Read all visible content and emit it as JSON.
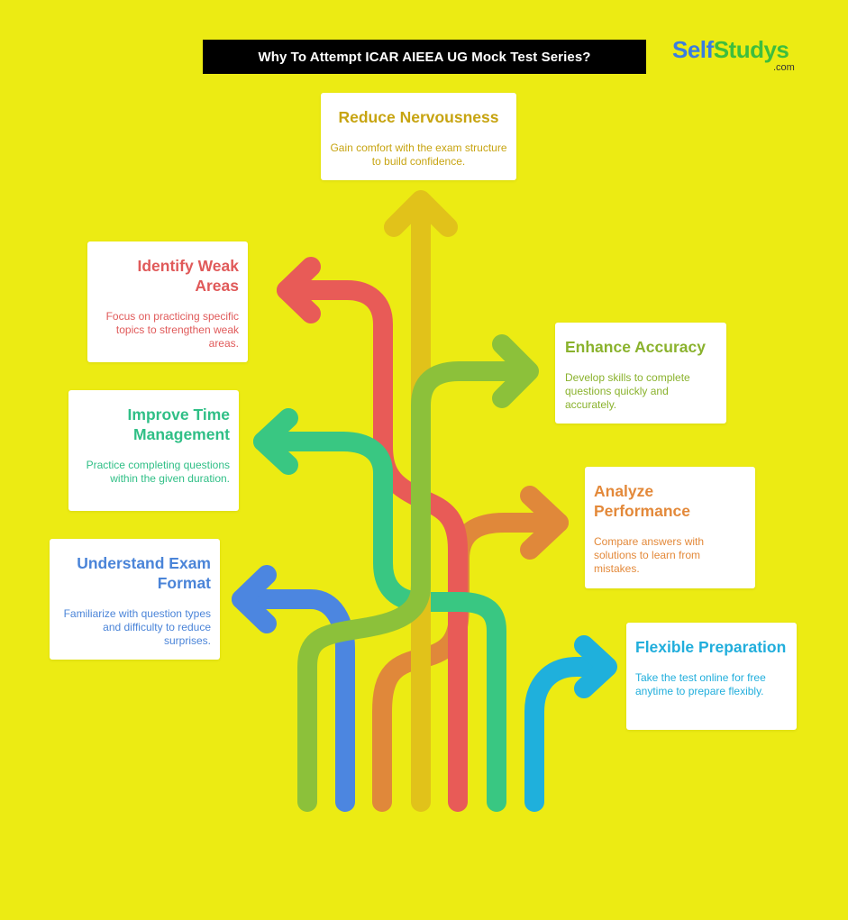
{
  "header": {
    "title": "Why To Attempt ICAR AIEEA UG Mock Test Series?"
  },
  "logo": {
    "part1": "Self",
    "part2": "Studys",
    "domain": ".com"
  },
  "colors": {
    "background": "#ECEB13",
    "yellow": "#E1C21A",
    "red": "#E85B57",
    "green": "#39C782",
    "blue": "#4C86E0",
    "olive": "#8CC13A",
    "orange": "#E0883A",
    "cyan": "#1FB0DC"
  },
  "cards": {
    "nervousness": {
      "title": "Reduce Nervousness",
      "desc": "Gain comfort with the exam structure to build confidence.",
      "arrow_icon": "arrow-up-icon"
    },
    "weak_areas": {
      "title": "Identify Weak Areas",
      "desc": "Focus on practicing specific topics to strengthen weak areas.",
      "arrow_icon": "arrow-left-icon"
    },
    "time_management": {
      "title": "Improve Time Management",
      "desc": "Practice completing questions within the given duration.",
      "arrow_icon": "arrow-left-icon"
    },
    "exam_format": {
      "title": "Understand Exam Format",
      "desc": "Familiarize with question types and difficulty to reduce surprises.",
      "arrow_icon": "arrow-left-icon"
    },
    "accuracy": {
      "title": "Enhance Accuracy",
      "desc": "Develop skills to complete questions quickly and accurately.",
      "arrow_icon": "arrow-right-icon"
    },
    "performance": {
      "title": "Analyze Performance",
      "desc": "Compare answers with solutions to learn from mistakes.",
      "arrow_icon": "arrow-right-icon"
    },
    "flexible": {
      "title": "Flexible Preparation",
      "desc": "Take the test online for free anytime to prepare flexibly.",
      "arrow_icon": "arrow-right-icon"
    }
  }
}
